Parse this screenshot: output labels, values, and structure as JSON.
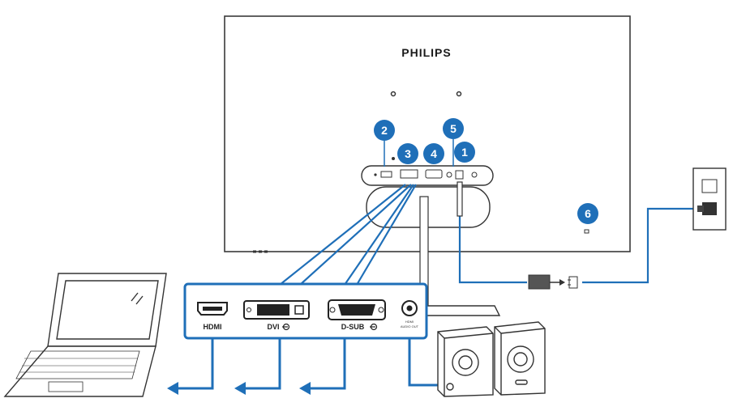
{
  "brand": "PHILIPS",
  "colors": {
    "accent": "#1f6fb8",
    "cable": "#1f6fb8",
    "outline": "#3a3a3a"
  },
  "callouts": [
    {
      "number": "1"
    },
    {
      "number": "2"
    },
    {
      "number": "3"
    },
    {
      "number": "4"
    },
    {
      "number": "5"
    },
    {
      "number": "6"
    }
  ],
  "port_panel": {
    "hdmi": "HDMI",
    "dvi": "DVI",
    "dsub": "D-SUB",
    "audio_line1": "HDMI",
    "audio_line2": "AUDIO OUT"
  },
  "icons": [
    "laptop-icon",
    "speakers-icon",
    "wall-outlet-icon",
    "power-adapter-icon",
    "kensington-lock-icon"
  ]
}
